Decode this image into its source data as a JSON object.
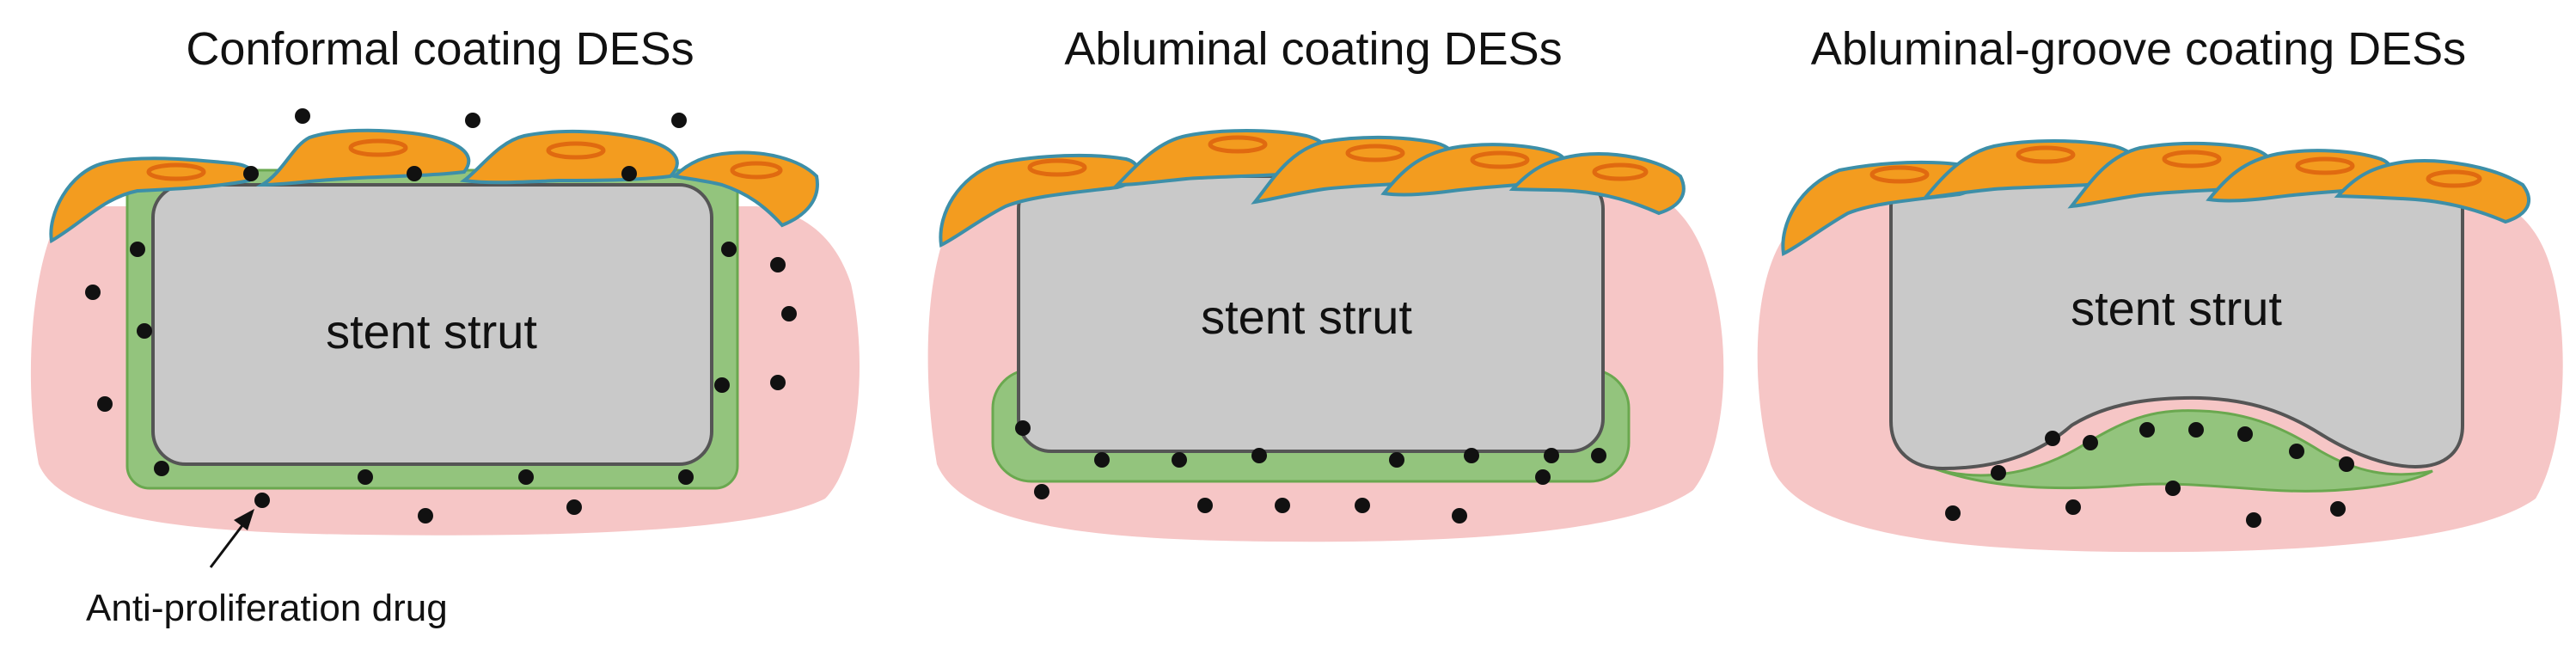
{
  "panels": [
    {
      "title": "Conformal coating DESs",
      "strut_label": "stent strut"
    },
    {
      "title": "Abluminal coating DESs",
      "strut_label": "stent strut"
    },
    {
      "title": "Abluminal-groove coating DESs",
      "strut_label": "stent strut"
    }
  ],
  "annotation": "Anti-proliferation drug",
  "colors": {
    "tissue": "#f6c6c6",
    "coating": "#93c47d",
    "coating_edge": "#6aa84f",
    "strut": "#c9c9c9",
    "strut_edge": "#555555",
    "cell": "#f39c1f",
    "cell_edge": "#3d8fa8",
    "nucleus": "#e06a10",
    "drug": "#111111"
  },
  "icons": {
    "drug_particle": "drug-dot",
    "cell": "endothelial-cell-icon"
  }
}
